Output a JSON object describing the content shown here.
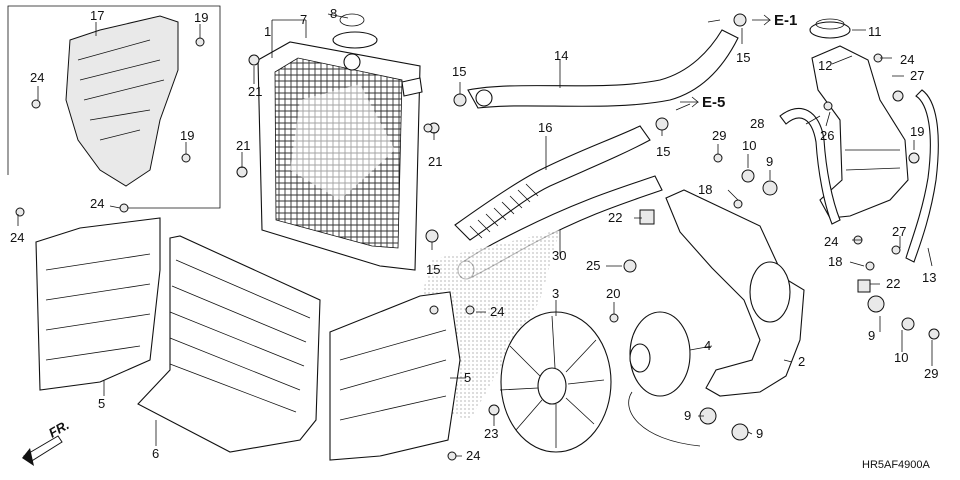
{
  "diagram_code": "HR5AF4900A",
  "front_indicator": "FR.",
  "refs": [
    "E-1",
    "E-5"
  ],
  "callouts": [
    {
      "id": "c17",
      "label": "17"
    },
    {
      "id": "c19a",
      "label": "19"
    },
    {
      "id": "c24a",
      "label": "24"
    },
    {
      "id": "c19b",
      "label": "19"
    },
    {
      "id": "c1",
      "label": "1"
    },
    {
      "id": "c7",
      "label": "7"
    },
    {
      "id": "c8",
      "label": "8"
    },
    {
      "id": "c21a",
      "label": "21"
    },
    {
      "id": "c21b",
      "label": "21"
    },
    {
      "id": "c21c",
      "label": "21"
    },
    {
      "id": "c15a",
      "label": "15"
    },
    {
      "id": "c15b",
      "label": "15"
    },
    {
      "id": "c15c",
      "label": "15"
    },
    {
      "id": "c15d",
      "label": "15"
    },
    {
      "id": "c14",
      "label": "14"
    },
    {
      "id": "c16",
      "label": "16"
    },
    {
      "id": "c11",
      "label": "11"
    },
    {
      "id": "c24b",
      "label": "24"
    },
    {
      "id": "c12",
      "label": "12"
    },
    {
      "id": "c27a",
      "label": "27"
    },
    {
      "id": "c28",
      "label": "28"
    },
    {
      "id": "c26",
      "label": "26"
    },
    {
      "id": "c19c",
      "label": "19"
    },
    {
      "id": "c29a",
      "label": "29"
    },
    {
      "id": "c10a",
      "label": "10"
    },
    {
      "id": "c9a",
      "label": "9"
    },
    {
      "id": "c18a",
      "label": "18"
    },
    {
      "id": "c22a",
      "label": "22"
    },
    {
      "id": "c30",
      "label": "30"
    },
    {
      "id": "c25",
      "label": "25"
    },
    {
      "id": "c24c",
      "label": "24"
    },
    {
      "id": "c27b",
      "label": "27"
    },
    {
      "id": "c18b",
      "label": "18"
    },
    {
      "id": "c22b",
      "label": "22"
    },
    {
      "id": "c13",
      "label": "13"
    },
    {
      "id": "c24d",
      "label": "24"
    },
    {
      "id": "c24e",
      "label": "24"
    },
    {
      "id": "c5a",
      "label": "5"
    },
    {
      "id": "c6",
      "label": "6"
    },
    {
      "id": "c3",
      "label": "3"
    },
    {
      "id": "c20",
      "label": "20"
    },
    {
      "id": "c4",
      "label": "4"
    },
    {
      "id": "c2",
      "label": "2"
    },
    {
      "id": "c24f",
      "label": "24"
    },
    {
      "id": "c5b",
      "label": "5"
    },
    {
      "id": "c23",
      "label": "23"
    },
    {
      "id": "c24g",
      "label": "24"
    },
    {
      "id": "c9b",
      "label": "9"
    },
    {
      "id": "c10b",
      "label": "10"
    },
    {
      "id": "c29b",
      "label": "29"
    },
    {
      "id": "c9c",
      "label": "9"
    },
    {
      "id": "c9d",
      "label": "9"
    }
  ],
  "labels": {
    "c17": "17",
    "c19a": "19",
    "c24a": "24",
    "c19b": "19",
    "c1": "1",
    "c7": "7",
    "c8": "8",
    "c21a": "21",
    "c21b": "21",
    "c21c": "21",
    "c15a": "15",
    "c15b": "15",
    "c15c": "15",
    "c15d": "15",
    "c14": "14",
    "c16": "16",
    "c11": "11",
    "c24b": "24",
    "c12": "12",
    "c27a": "27",
    "c28": "28",
    "c26": "26",
    "c19c": "19",
    "c29a": "29",
    "c10a": "10",
    "c9a": "9",
    "c18a": "18",
    "c22a": "22",
    "c30": "30",
    "c25": "25",
    "c24c": "24",
    "c27b": "27",
    "c18b": "18",
    "c22b": "22",
    "c13": "13",
    "c24d": "24",
    "c24e": "24",
    "c5a": "5",
    "c6": "6",
    "c3": "3",
    "c20": "20",
    "c4": "4",
    "c2": "2",
    "c24f": "24",
    "c5b": "5",
    "c23": "23",
    "c24g": "24",
    "c9b": "9",
    "c10b": "10",
    "c29b": "29",
    "c9c": "9",
    "c9d": "9",
    "refE1": "E-1",
    "refE5": "E-5",
    "fr": "FR.",
    "code": "HR5AF4900A"
  }
}
